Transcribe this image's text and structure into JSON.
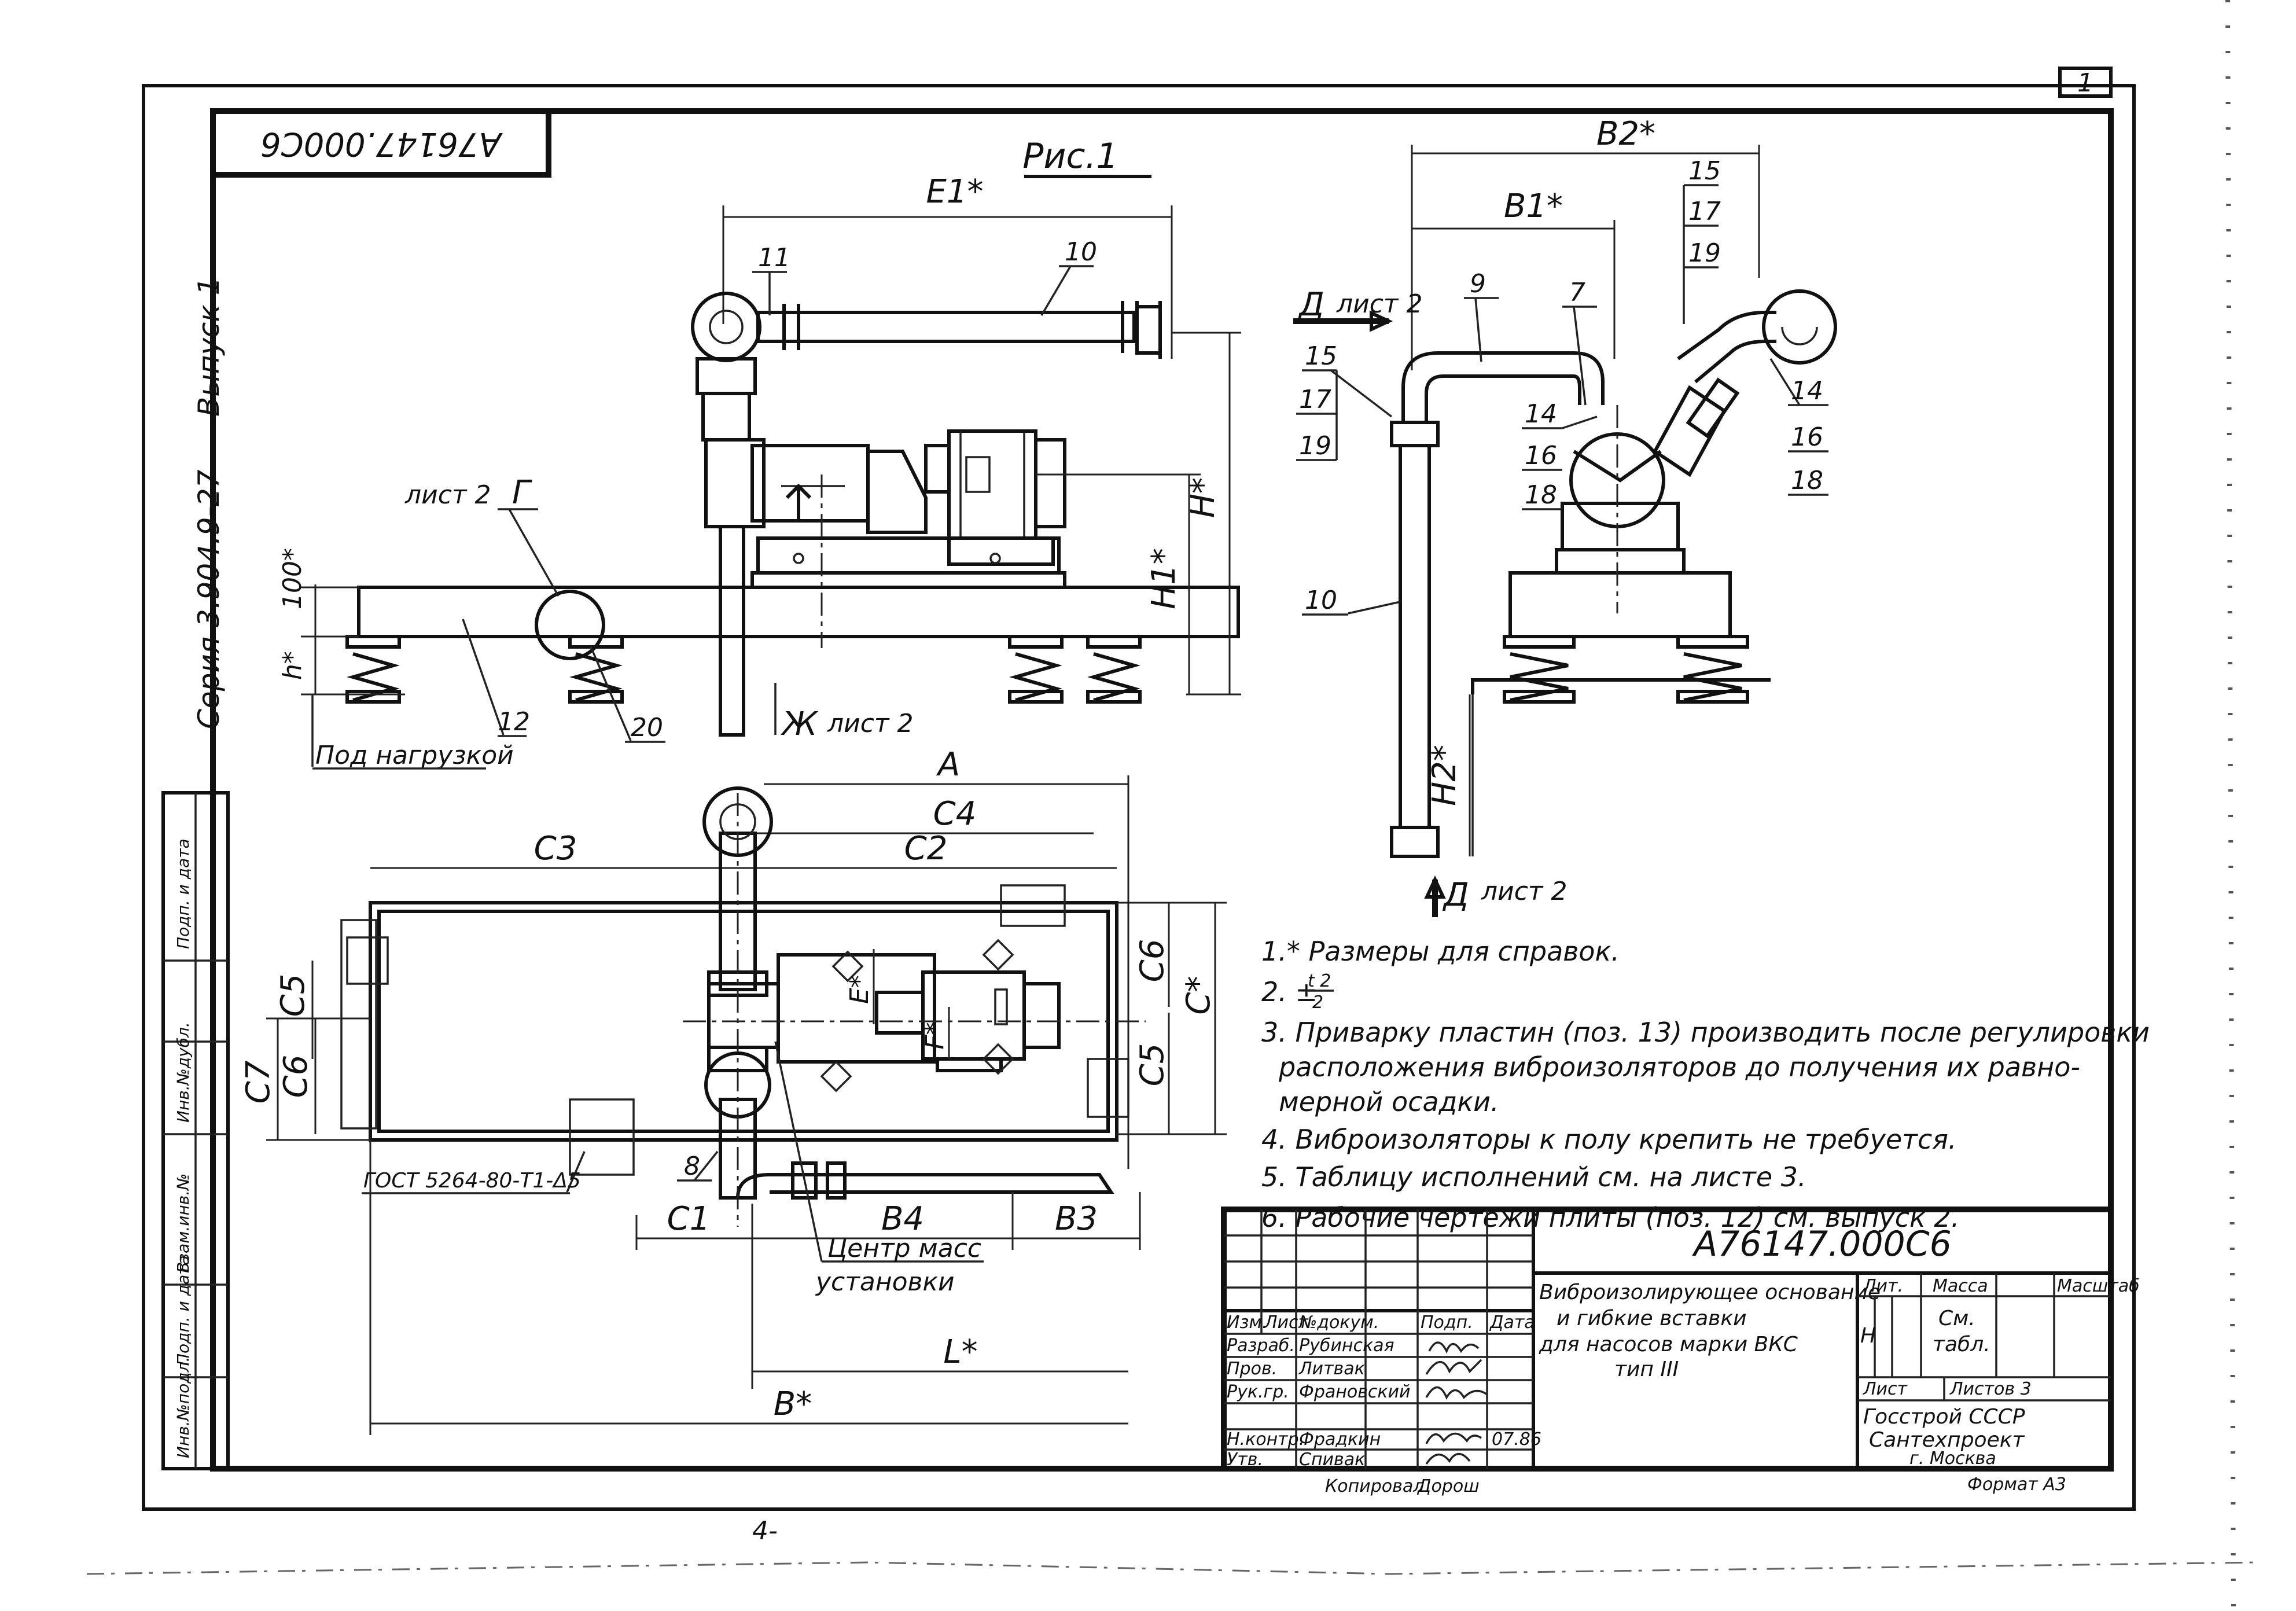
{
  "drawing_number": "А76147.000С6",
  "drawing_number_mirrored": "А76147.000С6",
  "page_number": "1",
  "sheet_label": "Рис.1",
  "series": "Серия 3.904.9-27",
  "issue": "Выпуск 1",
  "side_stamp": [
    "Инв.№подл.",
    "Подп. и дата",
    "Взам.инв.№",
    "Инв.№дубл.",
    "Подп. и дата"
  ],
  "dimension_labels": {
    "e1": "E1*",
    "b2": "B2*",
    "b1": "B1*",
    "h": "H*",
    "h1": "H1*",
    "h_small": "h*",
    "h100": "100*",
    "h2": "H2*",
    "a": "A",
    "c4": "C4",
    "c3_top": "C3",
    "c2": "C2",
    "c5_left": "C5",
    "c6_left": "C6",
    "c7": "C7",
    "c6_right": "C6",
    "c_star": "C*",
    "c5_right": "C5",
    "e_star": "E*",
    "f_star": "F*",
    "c1": "C1",
    "b4": "B4",
    "b3": "B3",
    "l_star": "L*",
    "b_star": "B*"
  },
  "callouts": {
    "n11": "11",
    "n10_top": "10",
    "n12": "12",
    "n20": "20",
    "n9": "9",
    "n7": "7",
    "n15_left": "15",
    "n17_left": "17",
    "n19_left": "19",
    "n15_right": "15",
    "n17_right": "17",
    "n19_right": "19",
    "n14_right": "14",
    "n16_right": "16",
    "n18_right": "18",
    "n14_mid": "14",
    "n16_mid": "16",
    "n18_mid": "18",
    "n10_side": "10",
    "n8": "8"
  },
  "view_refs": {
    "d_top": "Д",
    "d_top_sheet": "лист 2",
    "d_bottom": "Д",
    "d_bottom_sheet": "лист 2",
    "g": "Г",
    "g_sheet": "лист 2",
    "zh": "Ж",
    "zh_sheet": "лист 2",
    "under_load": "Под нагрузкой",
    "gost": "ГОСТ 5264-80-Т1-Δ5",
    "mass_center_1": "Центр масс",
    "mass_center_2": "установки"
  },
  "notes": [
    "1.* Размеры для справок.",
    "2. ±",
    "3. Приварку пластин (поз. 13) производить после регулировки",
    "расположения виброизоляторов до получения их равно-",
    "мерной осадки.",
    "4. Виброизоляторы к полу крепить не требуется.",
    "5. Таблицу исполнений см. на листе 3.",
    "6. Рабочие чертежи плиты (поз. 12) см. выпуск 2."
  ],
  "tolerance_fraction": {
    "numerator": "t 2",
    "denominator": "2"
  },
  "title_block": {
    "code": "А76147.000С6",
    "title_lines": [
      "Виброизолирующее основание",
      "и гибкие вставки",
      "для насосов марки ВКС",
      "тип III"
    ],
    "header_cells": [
      "Изм.",
      "Лист",
      "№докум.",
      "Подп.",
      "Дата"
    ],
    "rows": [
      {
        "role": "Разраб.",
        "name": "Рубинская"
      },
      {
        "role": "Пров.",
        "name": "Литвак"
      },
      {
        "role": "Рук.гр.",
        "name": "Франовский"
      },
      {
        "role": "",
        "name": ""
      },
      {
        "role": "Н.контр.",
        "name": "Фрадкин"
      },
      {
        "role": "Утв.",
        "name": "Спивак"
      }
    ],
    "date": "07.86",
    "lit_label": "Лит.",
    "lit_value": "Н",
    "mass_label": "Масса",
    "mass_value_1": "См.",
    "mass_value_2": "табл.",
    "scale_label": "Масштаб",
    "sheet_label": "Лист",
    "sheets_label": "Листов 3",
    "org_1": "Госстрой СССР",
    "org_2": "Сантехпроект",
    "org_3": "г. Москва",
    "format": "Формат А3",
    "copied": "Копировал",
    "copied_name": "Дорош"
  },
  "footer_mark": "4-"
}
